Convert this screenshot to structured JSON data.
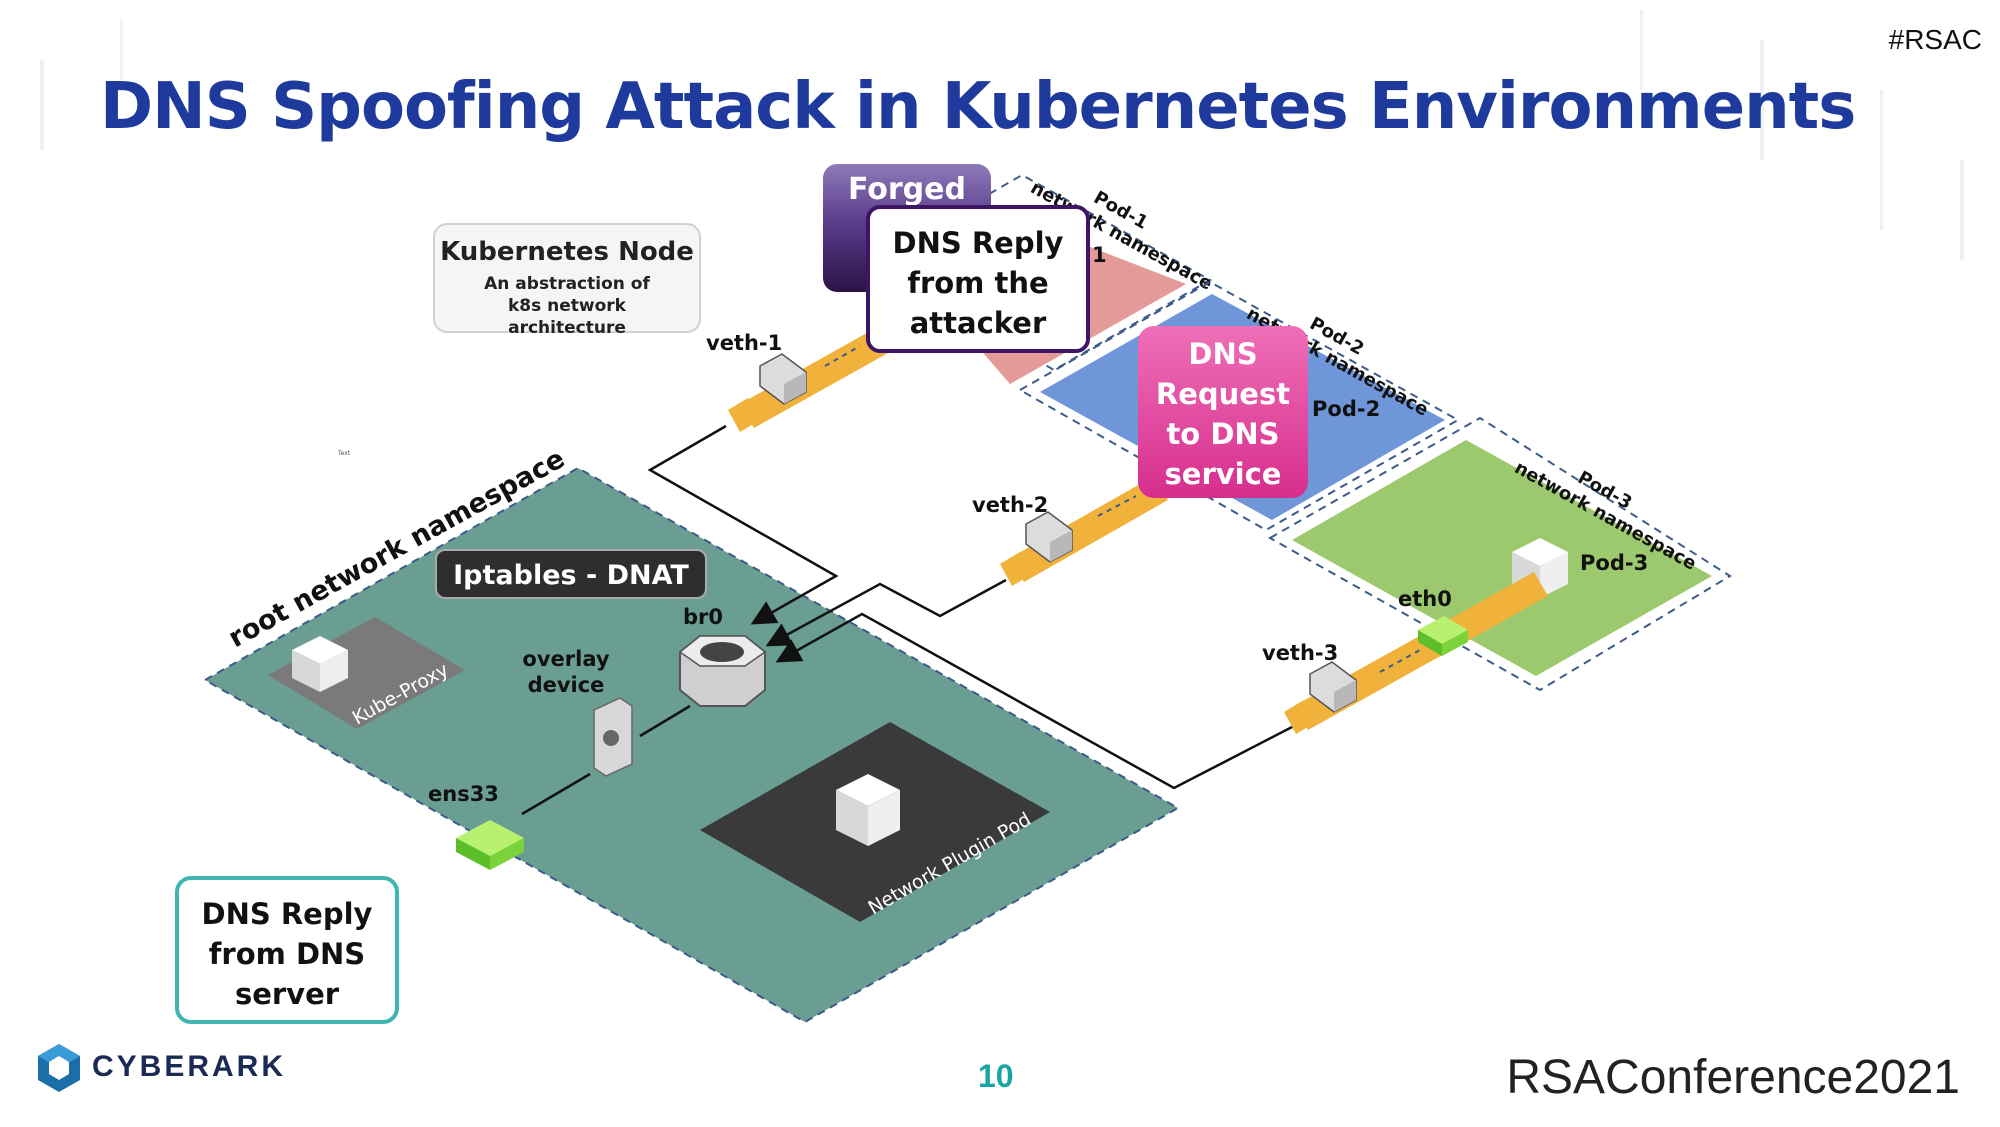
{
  "slide": {
    "title": "DNS Spoofing Attack in Kubernetes Environments",
    "hashtag": "#RSAC",
    "page_number": "10",
    "footer_left_logo": "CYBERARK",
    "footer_right_logo": "RSAConference2021"
  },
  "callouts": {
    "k8s_node_title": "Kubernetes Node",
    "k8s_node_sub": "An abstraction of k8s network architecture",
    "forged": "Forged",
    "reply_attacker": "DNS Reply from the attacker",
    "dns_request": "DNS Request to DNS service",
    "reply_dns_server": "DNS Reply from DNS server"
  },
  "diagram": {
    "root_namespace": "root network namespace",
    "iptables": "Iptables - DNAT",
    "kube_proxy": "Kube-Proxy",
    "br0": "br0",
    "overlay_device": "overlay device",
    "ens33": "ens33",
    "network_plugin_pod": "Network Plugin Pod",
    "veth1": "veth-1",
    "veth2": "veth-2",
    "veth3": "veth-3",
    "eth0": "eth0",
    "pod1_ns": "Pod-1 network namespace",
    "pod1_label": "1",
    "pod2_ns": "Pod-2 network namespace",
    "pod2_label": "Pod-2",
    "pod3_ns": "Pod-3 network namespace",
    "pod3_label": "Pod-3",
    "tiny_text": "Text"
  },
  "colors": {
    "title": "#1d3a9c",
    "root_ns": "#6a9e92",
    "pod1": "#e59a9a",
    "pod2": "#6f96d8",
    "pod3": "#9cc96e",
    "pipe": "#f0b23a",
    "dns_request": "#d62e8d",
    "forged_purple": "#3d1565",
    "reply_teal": "#3fb7b0"
  }
}
